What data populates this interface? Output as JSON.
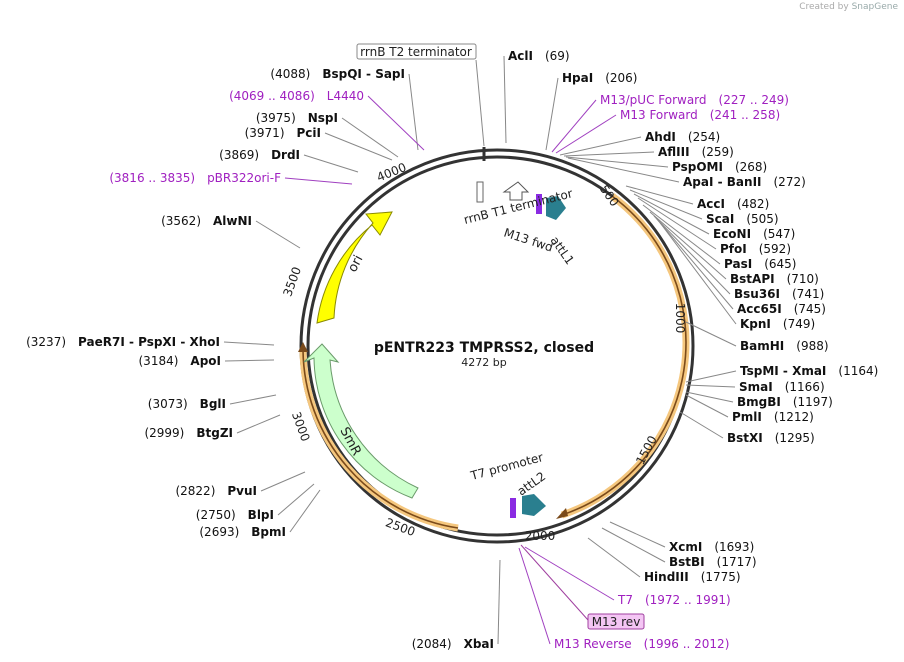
{
  "credit": {
    "prefix": "Created by",
    "brand": "SnapGene"
  },
  "title": "pENTR223 TMPRSS2, closed",
  "length": "4272 bp",
  "ticks": [
    "500",
    "1000",
    "1500",
    "2000",
    "2500",
    "3000",
    "3500",
    "4000"
  ],
  "features": [
    {
      "name": "rrnB T1 terminator",
      "kind": "terminator"
    },
    {
      "name": "attL1",
      "kind": "att"
    },
    {
      "name": "M13 fwd",
      "kind": "primer"
    },
    {
      "name": "ori",
      "kind": "origin",
      "color": "#ffff00"
    },
    {
      "name": "SmR",
      "kind": "cds",
      "color": "#ccffcc"
    },
    {
      "name": "T7 promoter",
      "kind": "promoter"
    },
    {
      "name": "attL2",
      "kind": "att"
    }
  ],
  "boxed_labels": {
    "top": "rrnB T2 terminator",
    "bottom": "M13 rev"
  },
  "right_labels": [
    {
      "name": "AclI",
      "pos": "(69)"
    },
    {
      "name": "HpaI",
      "pos": "(206)"
    },
    {
      "name": "M13/pUC Forward",
      "pos": "(227 .. 249)",
      "purple": true
    },
    {
      "name": "M13 Forward",
      "pos": "(241 .. 258)",
      "purple": true
    },
    {
      "name": "AhdI",
      "pos": "(254)"
    },
    {
      "name": "AflIII",
      "pos": "(259)"
    },
    {
      "name": "PspOMI",
      "pos": "(268)"
    },
    {
      "name": "ApaI  - BanII",
      "pos": "(272)"
    },
    {
      "name": "AccI",
      "pos": "(482)"
    },
    {
      "name": "ScaI",
      "pos": "(505)"
    },
    {
      "name": "EcoNI",
      "pos": "(547)"
    },
    {
      "name": "PfoI",
      "pos": "(592)"
    },
    {
      "name": "PasI",
      "pos": "(645)"
    },
    {
      "name": "BstAPI",
      "pos": "(710)"
    },
    {
      "name": "Bsu36I",
      "pos": "(741)"
    },
    {
      "name": "Acc65I",
      "pos": "(745)"
    },
    {
      "name": "KpnI",
      "pos": "(749)"
    },
    {
      "name": "BamHI",
      "pos": "(988)"
    },
    {
      "name": "TspMI  - XmaI",
      "pos": "(1164)"
    },
    {
      "name": "SmaI",
      "pos": "(1166)"
    },
    {
      "name": "BmgBI",
      "pos": "(1197)"
    },
    {
      "name": "PmlI",
      "pos": "(1212)"
    },
    {
      "name": "BstXI",
      "pos": "(1295)"
    },
    {
      "name": "XcmI",
      "pos": "(1693)"
    },
    {
      "name": "BstBI",
      "pos": "(1717)"
    },
    {
      "name": "HindIII",
      "pos": "(1775)"
    },
    {
      "name": "T7",
      "pos": "(1972 .. 1991)",
      "purple": true
    },
    {
      "name": "M13 Reverse",
      "pos": "(1996 .. 2012)",
      "purple": true
    }
  ],
  "left_labels": [
    {
      "name": "BspQI  - SapI",
      "pos": "(4088)"
    },
    {
      "name": "L4440",
      "pos": "(4069 .. 4086)",
      "purple": true
    },
    {
      "name": "NspI",
      "pos": "(3975)"
    },
    {
      "name": "PciI",
      "pos": "(3971)"
    },
    {
      "name": "DrdI",
      "pos": "(3869)"
    },
    {
      "name": "pBR322ori-F",
      "pos": "(3816 .. 3835)",
      "purple": true
    },
    {
      "name": "AlwNI",
      "pos": "(3562)"
    },
    {
      "name": "PaeR7I  - PspXI  - XhoI",
      "pos": "(3237)"
    },
    {
      "name": "ApoI",
      "pos": "(3184)"
    },
    {
      "name": "BglI",
      "pos": "(3073)"
    },
    {
      "name": "BtgZI",
      "pos": "(2999)"
    },
    {
      "name": "PvuI",
      "pos": "(2822)"
    },
    {
      "name": "BlpI",
      "pos": "(2750)"
    },
    {
      "name": "BpmI",
      "pos": "(2693)"
    },
    {
      "name": "XbaI",
      "pos": "(2084)"
    }
  ]
}
